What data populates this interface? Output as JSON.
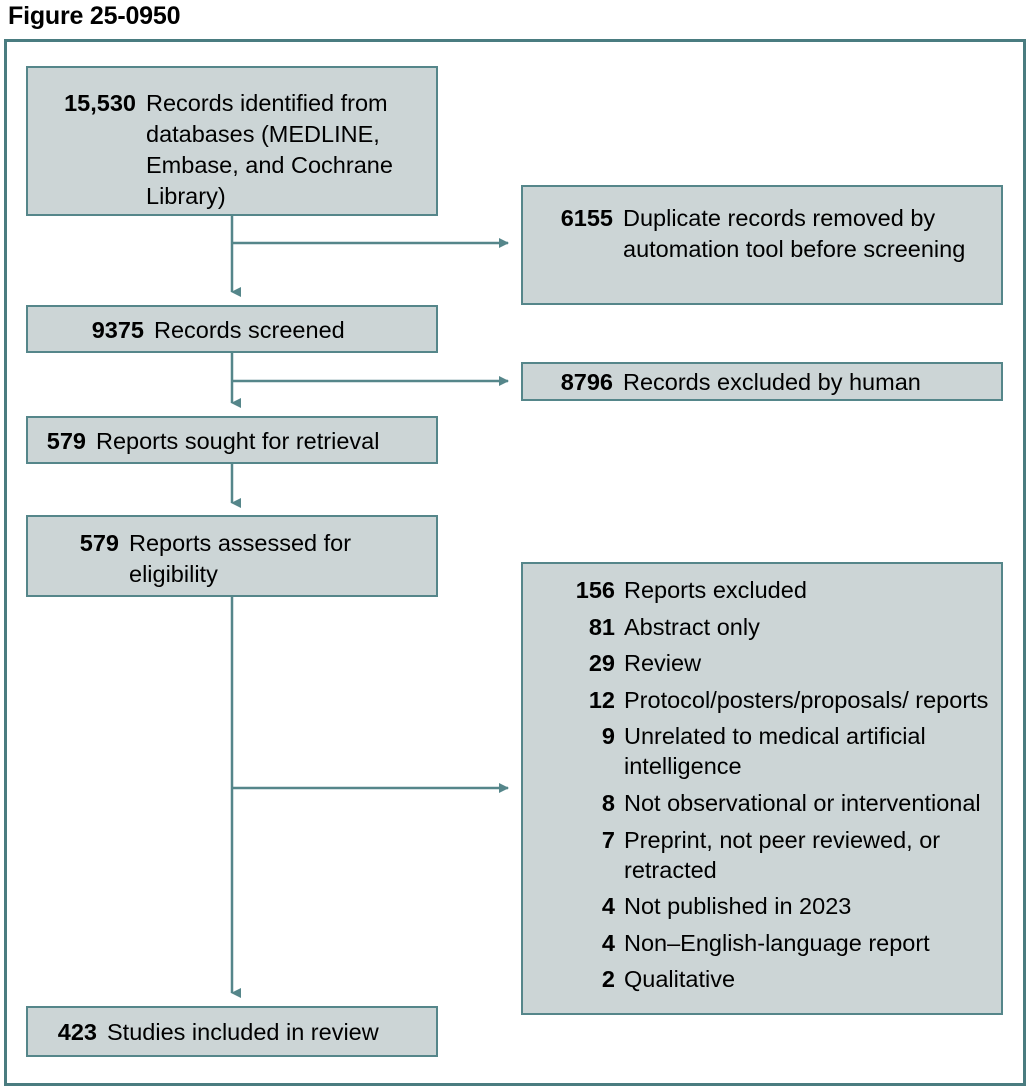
{
  "figure": {
    "title": "Figure 25-0950",
    "type": "PRISMA flow diagram",
    "colors": {
      "box_fill": "#ccd5d6",
      "box_border": "#55868a",
      "frame_border": "#4a7c80",
      "connector": "#55868a",
      "text": "#000000",
      "background": "#ffffff"
    }
  },
  "boxes": {
    "identified": {
      "count": "15,530",
      "label": "Records identified from databases (MEDLINE, Embase, and Cochrane Library)"
    },
    "duplicates_removed": {
      "count": "6155",
      "label": "Duplicate records removed by automation tool before screening"
    },
    "screened": {
      "count": "9375",
      "label": "Records screened"
    },
    "excluded_by_human": {
      "count": "8796",
      "label": "Records excluded by human"
    },
    "sought": {
      "count": "579",
      "label": "Reports sought for retrieval"
    },
    "assessed": {
      "count": "579",
      "label": "Reports assessed for eligibility"
    },
    "excluded_reports": {
      "count": "156",
      "label": "Reports excluded",
      "reasons": [
        {
          "count": "81",
          "label": "Abstract only"
        },
        {
          "count": "29",
          "label": "Review"
        },
        {
          "count": "12",
          "label": "Protocol/posters/proposals/ reports"
        },
        {
          "count": "9",
          "label": "Unrelated to medical artificial intelligence"
        },
        {
          "count": "8",
          "label": "Not observational or interventional"
        },
        {
          "count": "7",
          "label": "Preprint, not peer reviewed, or retracted"
        },
        {
          "count": "4",
          "label": "Not published in 2023"
        },
        {
          "count": "4",
          "label": "Non–English-language report"
        },
        {
          "count": "2",
          "label": "Qualitative"
        }
      ]
    },
    "included": {
      "count": "423",
      "label": "Studies included in review"
    }
  }
}
